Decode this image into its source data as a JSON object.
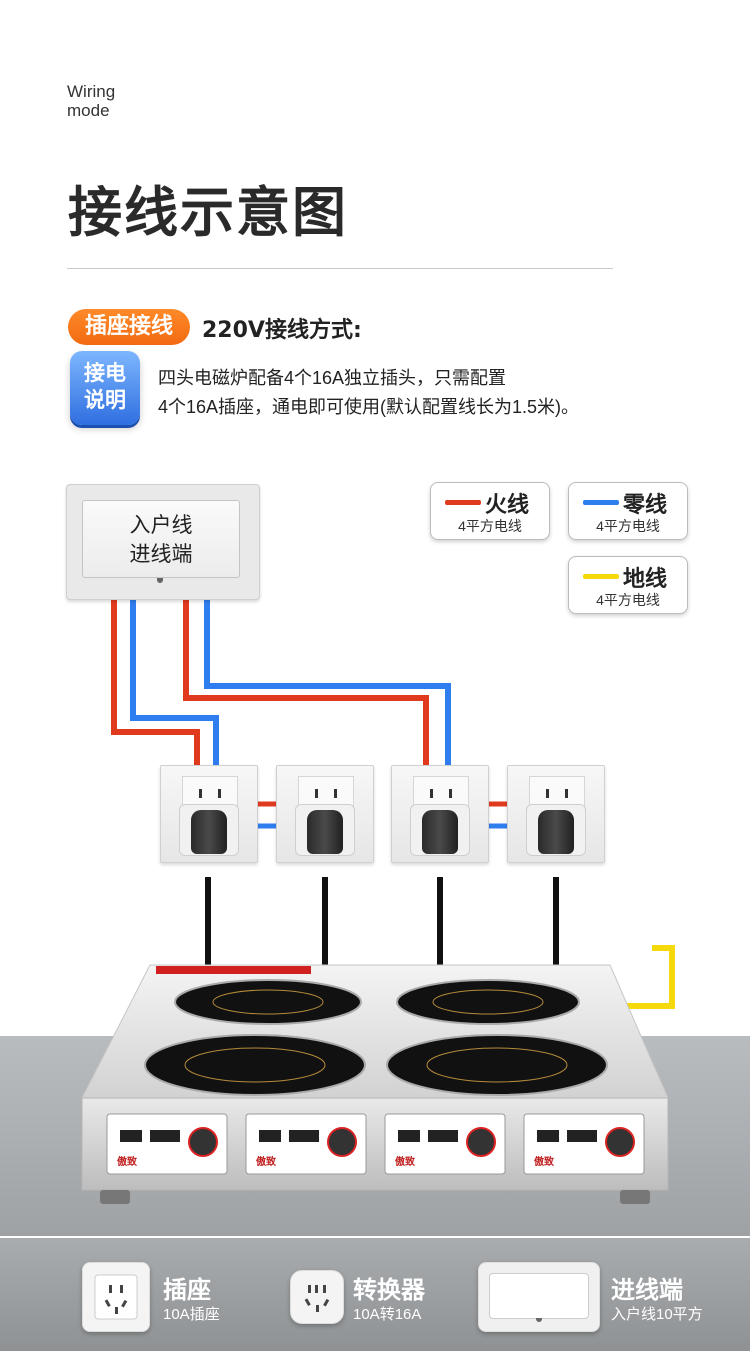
{
  "header": {
    "en_title": "Wiring\nmode",
    "cn_title": "接线示意图"
  },
  "section": {
    "pill_label": "插座接线",
    "method_label": "220V接线方式:",
    "badge_line1": "接电",
    "badge_line2": "说明",
    "desc_line1": "四头电磁炉配备4个16A独立插头，只需配置",
    "desc_line2": "4个16A插座，通电即可使用(默认配置线长为1.5米)。"
  },
  "incoming_box": {
    "line1": "入户线",
    "line2": "进线端"
  },
  "legend": [
    {
      "name": "火线",
      "sub": "4平方电线",
      "color": "#e03a1e"
    },
    {
      "name": "零线",
      "sub": "4平方电线",
      "color": "#2f7ef0"
    },
    {
      "name": "地线",
      "sub": "4平方电线",
      "color": "#f5d90a"
    }
  ],
  "stove": {
    "brand": "傲致"
  },
  "bottom_items": [
    {
      "title": "插座",
      "sub": "10A插座"
    },
    {
      "title": "转换器",
      "sub": "10A转16A"
    },
    {
      "title": "进线端",
      "sub": "入户线10平方"
    }
  ]
}
